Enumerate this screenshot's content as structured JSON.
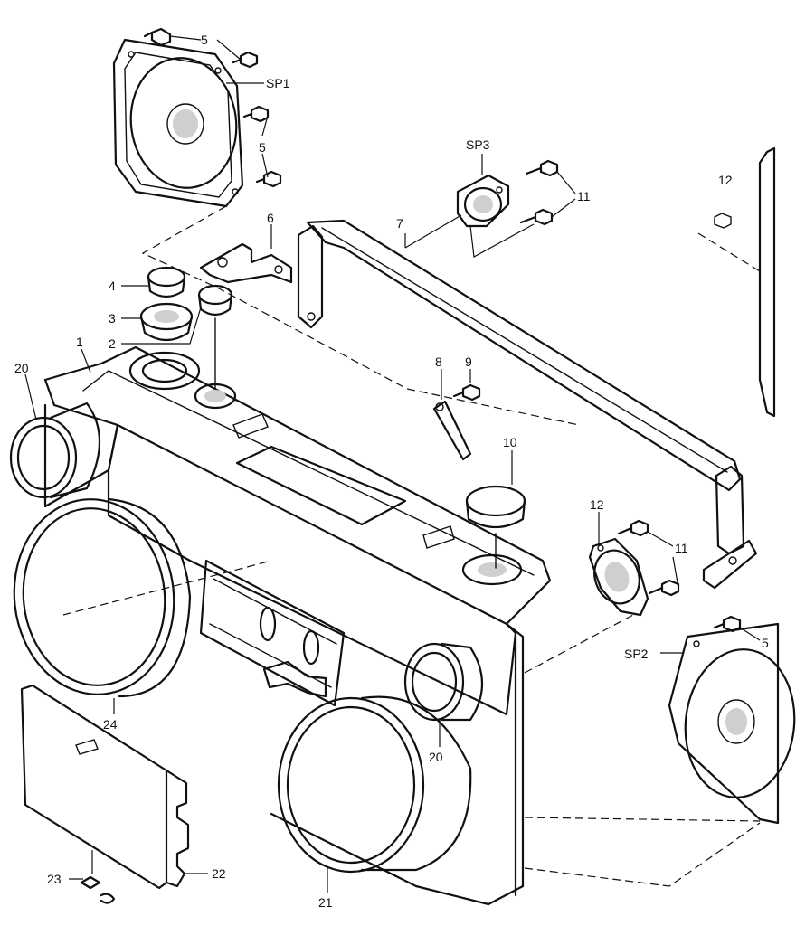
{
  "labels": {
    "l1": "1",
    "l2": "2",
    "l3": "3",
    "l4": "4",
    "l5a": "5",
    "l5b": "5",
    "l5c": "5",
    "l6": "6",
    "l7": "7",
    "l8": "8",
    "l9": "9",
    "l10": "10",
    "l11a": "11",
    "l11b": "11",
    "l12": "12",
    "l12edge": "12",
    "l20a": "20",
    "l20b": "20",
    "l21": "21",
    "l22": "22",
    "l23": "23",
    "l24": "24",
    "sp1": "SP1",
    "sp2": "SP2",
    "sp3": "SP3"
  }
}
